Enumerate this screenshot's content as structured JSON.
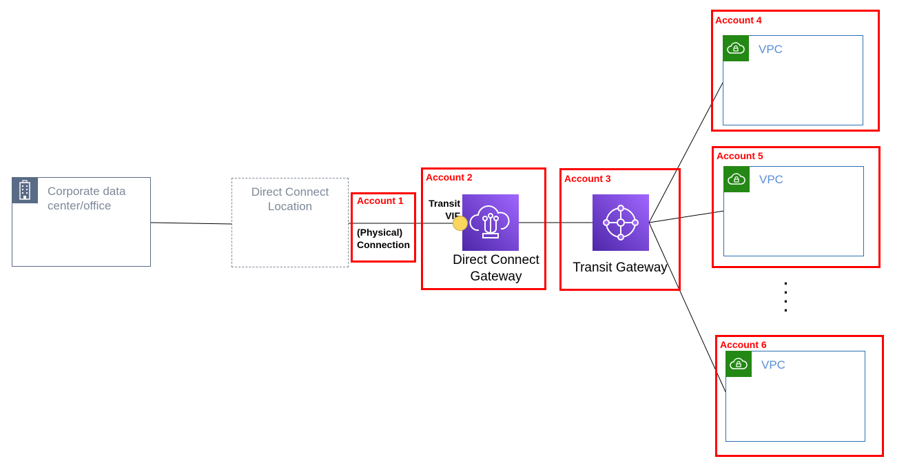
{
  "corporate": {
    "label_line1": "Corporate data",
    "label_line2": "center/office",
    "icon": "office-building-icon"
  },
  "dx_location": {
    "label_line1": "Direct Connect",
    "label_line2": "Location"
  },
  "accounts": {
    "a1": "Account 1",
    "a2": "Account 2",
    "a3": "Account 3",
    "a4": "Account 4",
    "a5": "Account 5",
    "a6": "Account 6"
  },
  "physical_connection": {
    "line1": "(Physical)",
    "line2": "Connection"
  },
  "transit_vif": {
    "line1": "Transit",
    "line2": "VIF"
  },
  "dx_gateway": {
    "label_line1": "Direct Connect",
    "label_line2": "Gateway",
    "icon": "direct-connect-gateway-icon"
  },
  "transit_gateway": {
    "label": "Transit Gateway",
    "icon": "transit-gateway-icon"
  },
  "vpcs": [
    {
      "label": "VPC",
      "icon": "vpc-cloud-lock-icon"
    },
    {
      "label": "VPC",
      "icon": "vpc-cloud-lock-icon"
    },
    {
      "label": "VPC",
      "icon": "vpc-cloud-lock-icon"
    }
  ],
  "ellipsis": "⋮",
  "colors": {
    "account_border": "#ff0000",
    "service_purple_dark": "#4d27a8",
    "service_purple_light": "#a166ff",
    "vpc_green": "#248814",
    "vpc_border": "#2e6fb5",
    "vif_yellow": "#f8d65f",
    "corp_gray": "#5a6b86"
  }
}
